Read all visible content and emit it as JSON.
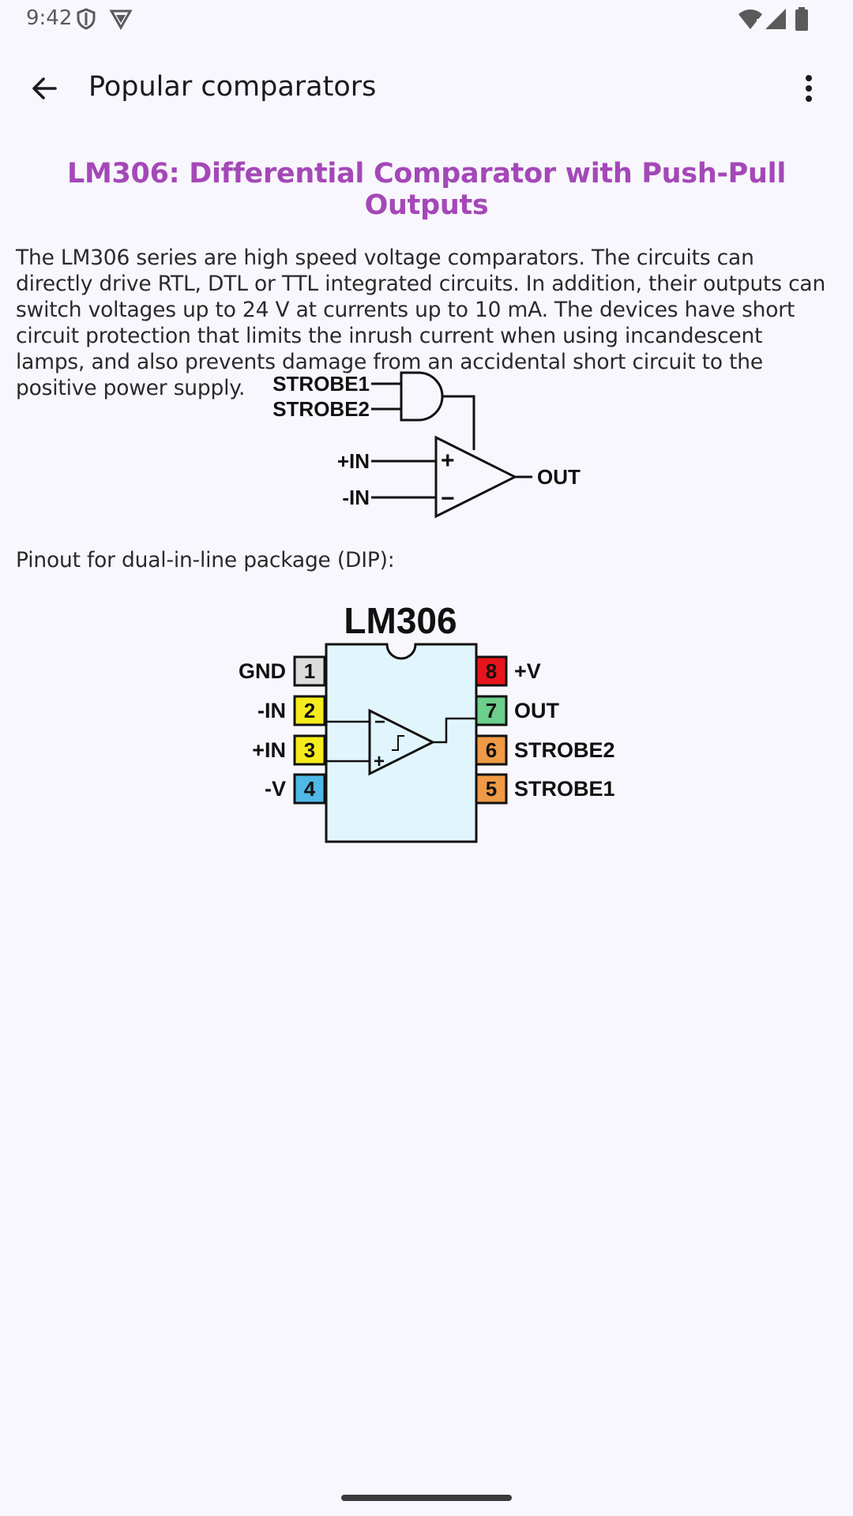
{
  "status_bar": {
    "time": "9:42",
    "icons": [
      "shield-icon",
      "vpn-icon",
      "wifi-icon",
      "signal-icon",
      "battery-icon"
    ]
  },
  "app_bar": {
    "title": "Popular comparators",
    "back_icon": "arrow-back-icon",
    "more_icon": "more-vert-icon"
  },
  "article": {
    "title": "LM306: Differential Comparator with Push-Pull Outputs",
    "body": "The LM306 series are high speed voltage comparators. The circuits can directly drive RTL, DTL or TTL integrated circuits. In addition, their outputs can switch voltages up to 24 V at currents up to 10 mA. The devices have short circuit protection that limits the inrush current when using incandescent lamps, and also prevents damage from an accidental short circuit to the positive power supply.",
    "pinout_caption": "Pinout for dual-in-line package (DIP):"
  },
  "schematic": {
    "strobe1": "STROBE1",
    "strobe2": "STROBE2",
    "in_plus": "+IN",
    "in_minus": "-IN",
    "out": "OUT",
    "plus_sign": "+",
    "minus_sign": "−"
  },
  "pinout": {
    "chip_name": "LM306",
    "pins": [
      {
        "num": "1",
        "label": "GND",
        "color": "#dcdcdc"
      },
      {
        "num": "2",
        "label": "-IN",
        "color": "#f5ec1c"
      },
      {
        "num": "3",
        "label": "+IN",
        "color": "#f5ec1c"
      },
      {
        "num": "4",
        "label": "-V",
        "color": "#4fb8e6"
      },
      {
        "num": "8",
        "label": "+V",
        "color": "#e8141b"
      },
      {
        "num": "7",
        "label": "OUT",
        "color": "#6ccf8c"
      },
      {
        "num": "6",
        "label": "STROBE2",
        "color": "#ef9a45"
      },
      {
        "num": "5",
        "label": "STROBE1",
        "color": "#ef9a45"
      }
    ],
    "body_color": "#e1f5fc"
  },
  "colors": {
    "accent": "#a448b8",
    "background": "#f8f7fd"
  }
}
